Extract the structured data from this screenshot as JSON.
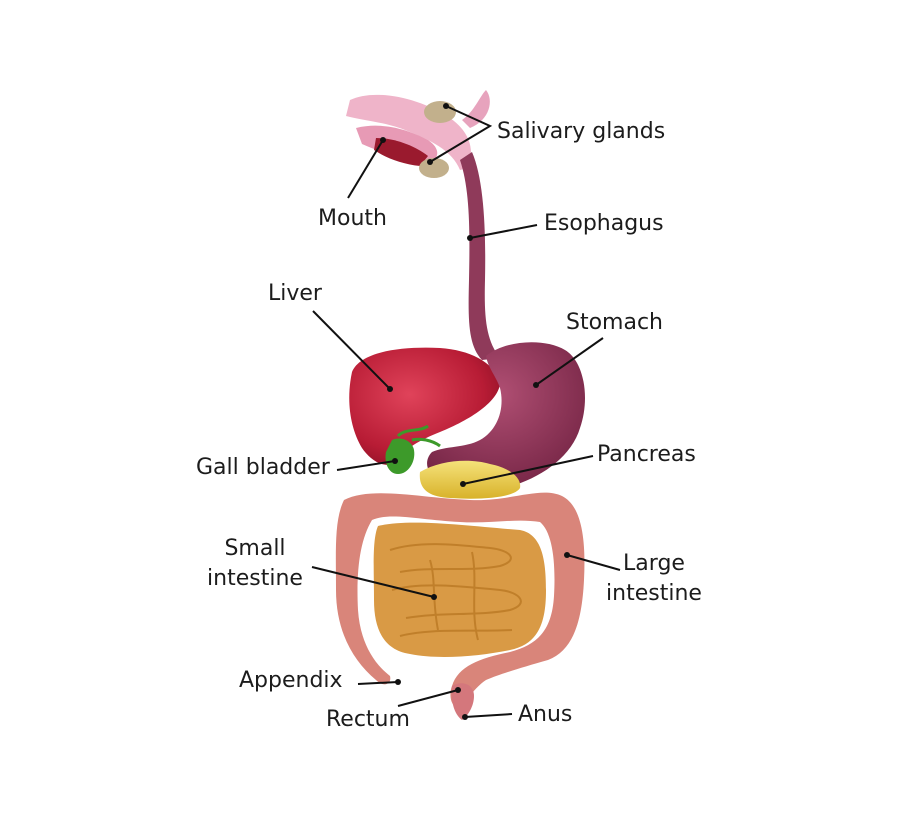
{
  "labels": {
    "salivary_glands": "Salivary glands",
    "mouth": "Mouth",
    "esophagus": "Esophagus",
    "liver": "Liver",
    "stomach": "Stomach",
    "gall_bladder": "Gall bladder",
    "pancreas": "Pancreas",
    "small_intestine_1": "Small",
    "small_intestine_2": "intestine",
    "large_intestine_1": "Large",
    "large_intestine_2": "intestine",
    "appendix": "Appendix",
    "rectum": "Rectum",
    "anus": "Anus"
  },
  "colors": {
    "liver": "#c0223a",
    "stomach": "#8a2f52",
    "esophagus": "#8f3a5a",
    "gall_bladder": "#3d9a2a",
    "pancreas": "#e8c83a",
    "small_intestine": "#d99a45",
    "large_intestine": "#d9857a",
    "tongue": "#e9a7c0",
    "salivary": "#c2b08c"
  }
}
